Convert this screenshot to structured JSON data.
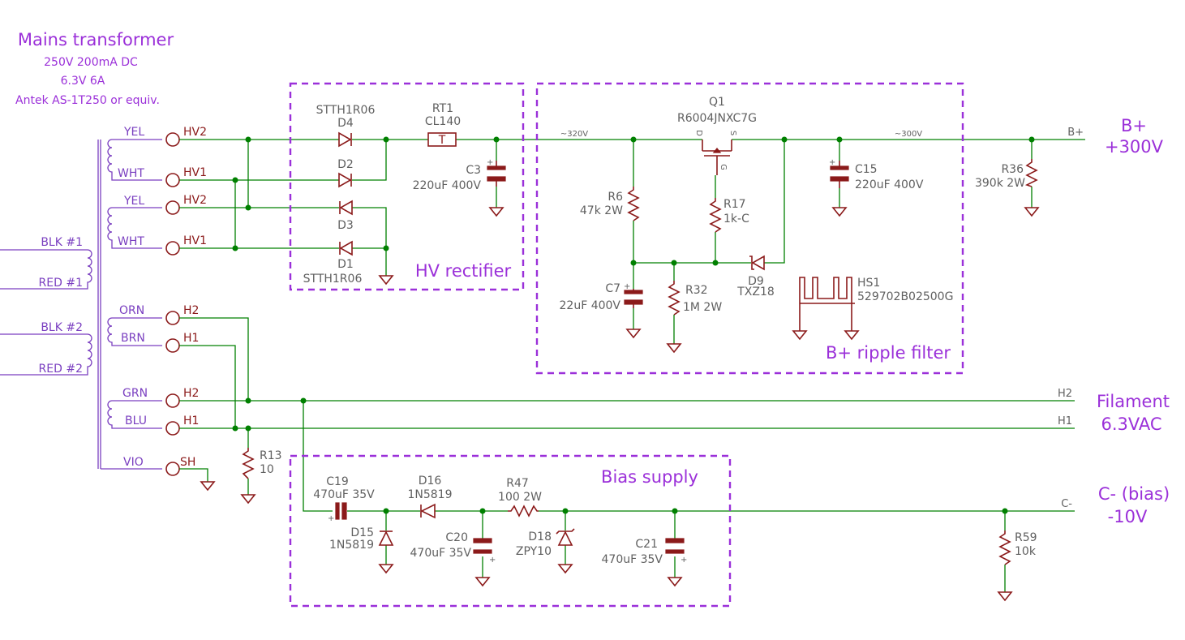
{
  "transformer": {
    "title": "Mains transformer",
    "specs": [
      "250V 200mA DC",
      "6.3V 6A",
      "Antek AS-1T250 or equiv."
    ],
    "primary_labels": [
      "BLK #1",
      "RED #1",
      "BLK #2",
      "RED #2"
    ],
    "secondary_wires": [
      "YEL",
      "WHT",
      "YEL",
      "WHT",
      "ORN",
      "BRN",
      "GRN",
      "BLU",
      "VIO"
    ],
    "terminal_labels": [
      "HV2",
      "HV1",
      "HV2",
      "HV1",
      "H2",
      "H1",
      "H2",
      "H1",
      "SH"
    ]
  },
  "blocks": {
    "hv_rectifier": "HV rectifier",
    "ripple_filter": "B+ ripple filter",
    "bias_supply": "Bias supply"
  },
  "components": {
    "D4": {
      "ref": "D4",
      "value": "STTH1R06"
    },
    "D2": {
      "ref": "D2"
    },
    "D3": {
      "ref": "D3"
    },
    "D1": {
      "ref": "D1",
      "value": "STTH1R06"
    },
    "RT1": {
      "ref": "RT1",
      "value": "CL140",
      "symbol": "T"
    },
    "C3": {
      "ref": "C3",
      "value": "220uF 400V"
    },
    "Q1": {
      "ref": "Q1",
      "value": "R6004JNXC7G",
      "pins": [
        "D",
        "S",
        "G"
      ]
    },
    "R6": {
      "ref": "R6",
      "value": "47k 2W"
    },
    "R17": {
      "ref": "R17",
      "value": "1k-C"
    },
    "C7": {
      "ref": "C7",
      "value": "22uF 400V"
    },
    "R32": {
      "ref": "R32",
      "value": "1M 2W"
    },
    "D9": {
      "ref": "D9",
      "value": "TXZ18"
    },
    "HS1": {
      "ref": "HS1",
      "value": "529702B02500G"
    },
    "C15": {
      "ref": "C15",
      "value": "220uF 400V"
    },
    "R36": {
      "ref": "R36",
      "value": "390k 2W"
    },
    "R13": {
      "ref": "R13",
      "value": "10"
    },
    "C19": {
      "ref": "C19",
      "value": "470uF 35V"
    },
    "D15": {
      "ref": "D15",
      "value": "1N5819"
    },
    "D16": {
      "ref": "D16",
      "value": "1N5819"
    },
    "C20": {
      "ref": "C20",
      "value": "470uF 35V"
    },
    "R47": {
      "ref": "R47",
      "value": "100 2W"
    },
    "D18": {
      "ref": "D18",
      "value": "ZPY10"
    },
    "C21": {
      "ref": "C21",
      "value": "470uF 35V"
    },
    "R59": {
      "ref": "R59",
      "value": "10k"
    }
  },
  "nets": {
    "v320": "~320V",
    "v300": "~300V",
    "bplus": "B+",
    "h2": "H2",
    "h1": "H1",
    "cminus": "C-"
  },
  "outputs": {
    "bplus": [
      "B+",
      "+300V"
    ],
    "filament": [
      "Filament",
      "6.3VAC"
    ],
    "bias": [
      "C- (bias)",
      "-10V"
    ]
  },
  "colors": {
    "wire": "#008000",
    "component": "#8b1a1a",
    "block_outline": "#9b30d9",
    "transformer": "#7a3fc0",
    "label": "#606060"
  }
}
